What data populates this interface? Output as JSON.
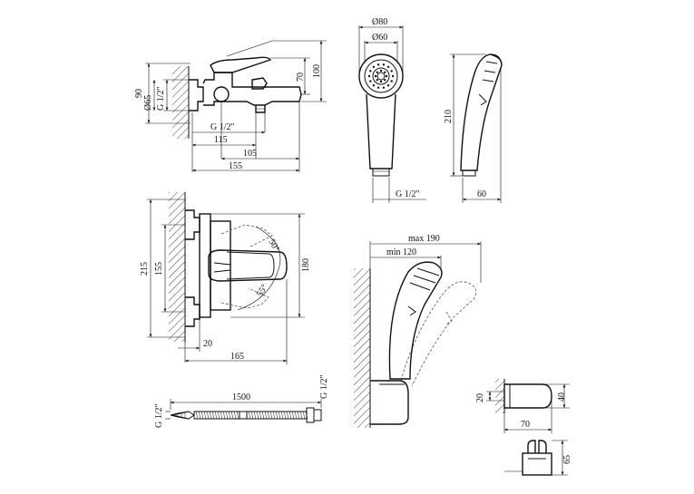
{
  "labels": {
    "d80": "Ø80",
    "d60": "Ø60",
    "d65": "Ø65",
    "h90": "90",
    "g_side": "G 1/2\"",
    "h70": "70",
    "h100": "100",
    "g_bottom": "G 1/2\"",
    "w115": "115",
    "w105": "105",
    "w155": "155",
    "h210": "210",
    "g_head": "G 1/2\"",
    "w60": "60",
    "h215": "215",
    "h155": "155",
    "h180": "180",
    "a50": "50°",
    "a55": "55°",
    "w20": "20",
    "w165": "165",
    "max190": "max 190",
    "min120": "min 120",
    "hose1500": "1500",
    "hose_g_left": "G 1/2\"",
    "hose_g_right": "G 1/2\"",
    "h20": "20",
    "h40": "40",
    "w70": "70",
    "h65": "65"
  }
}
